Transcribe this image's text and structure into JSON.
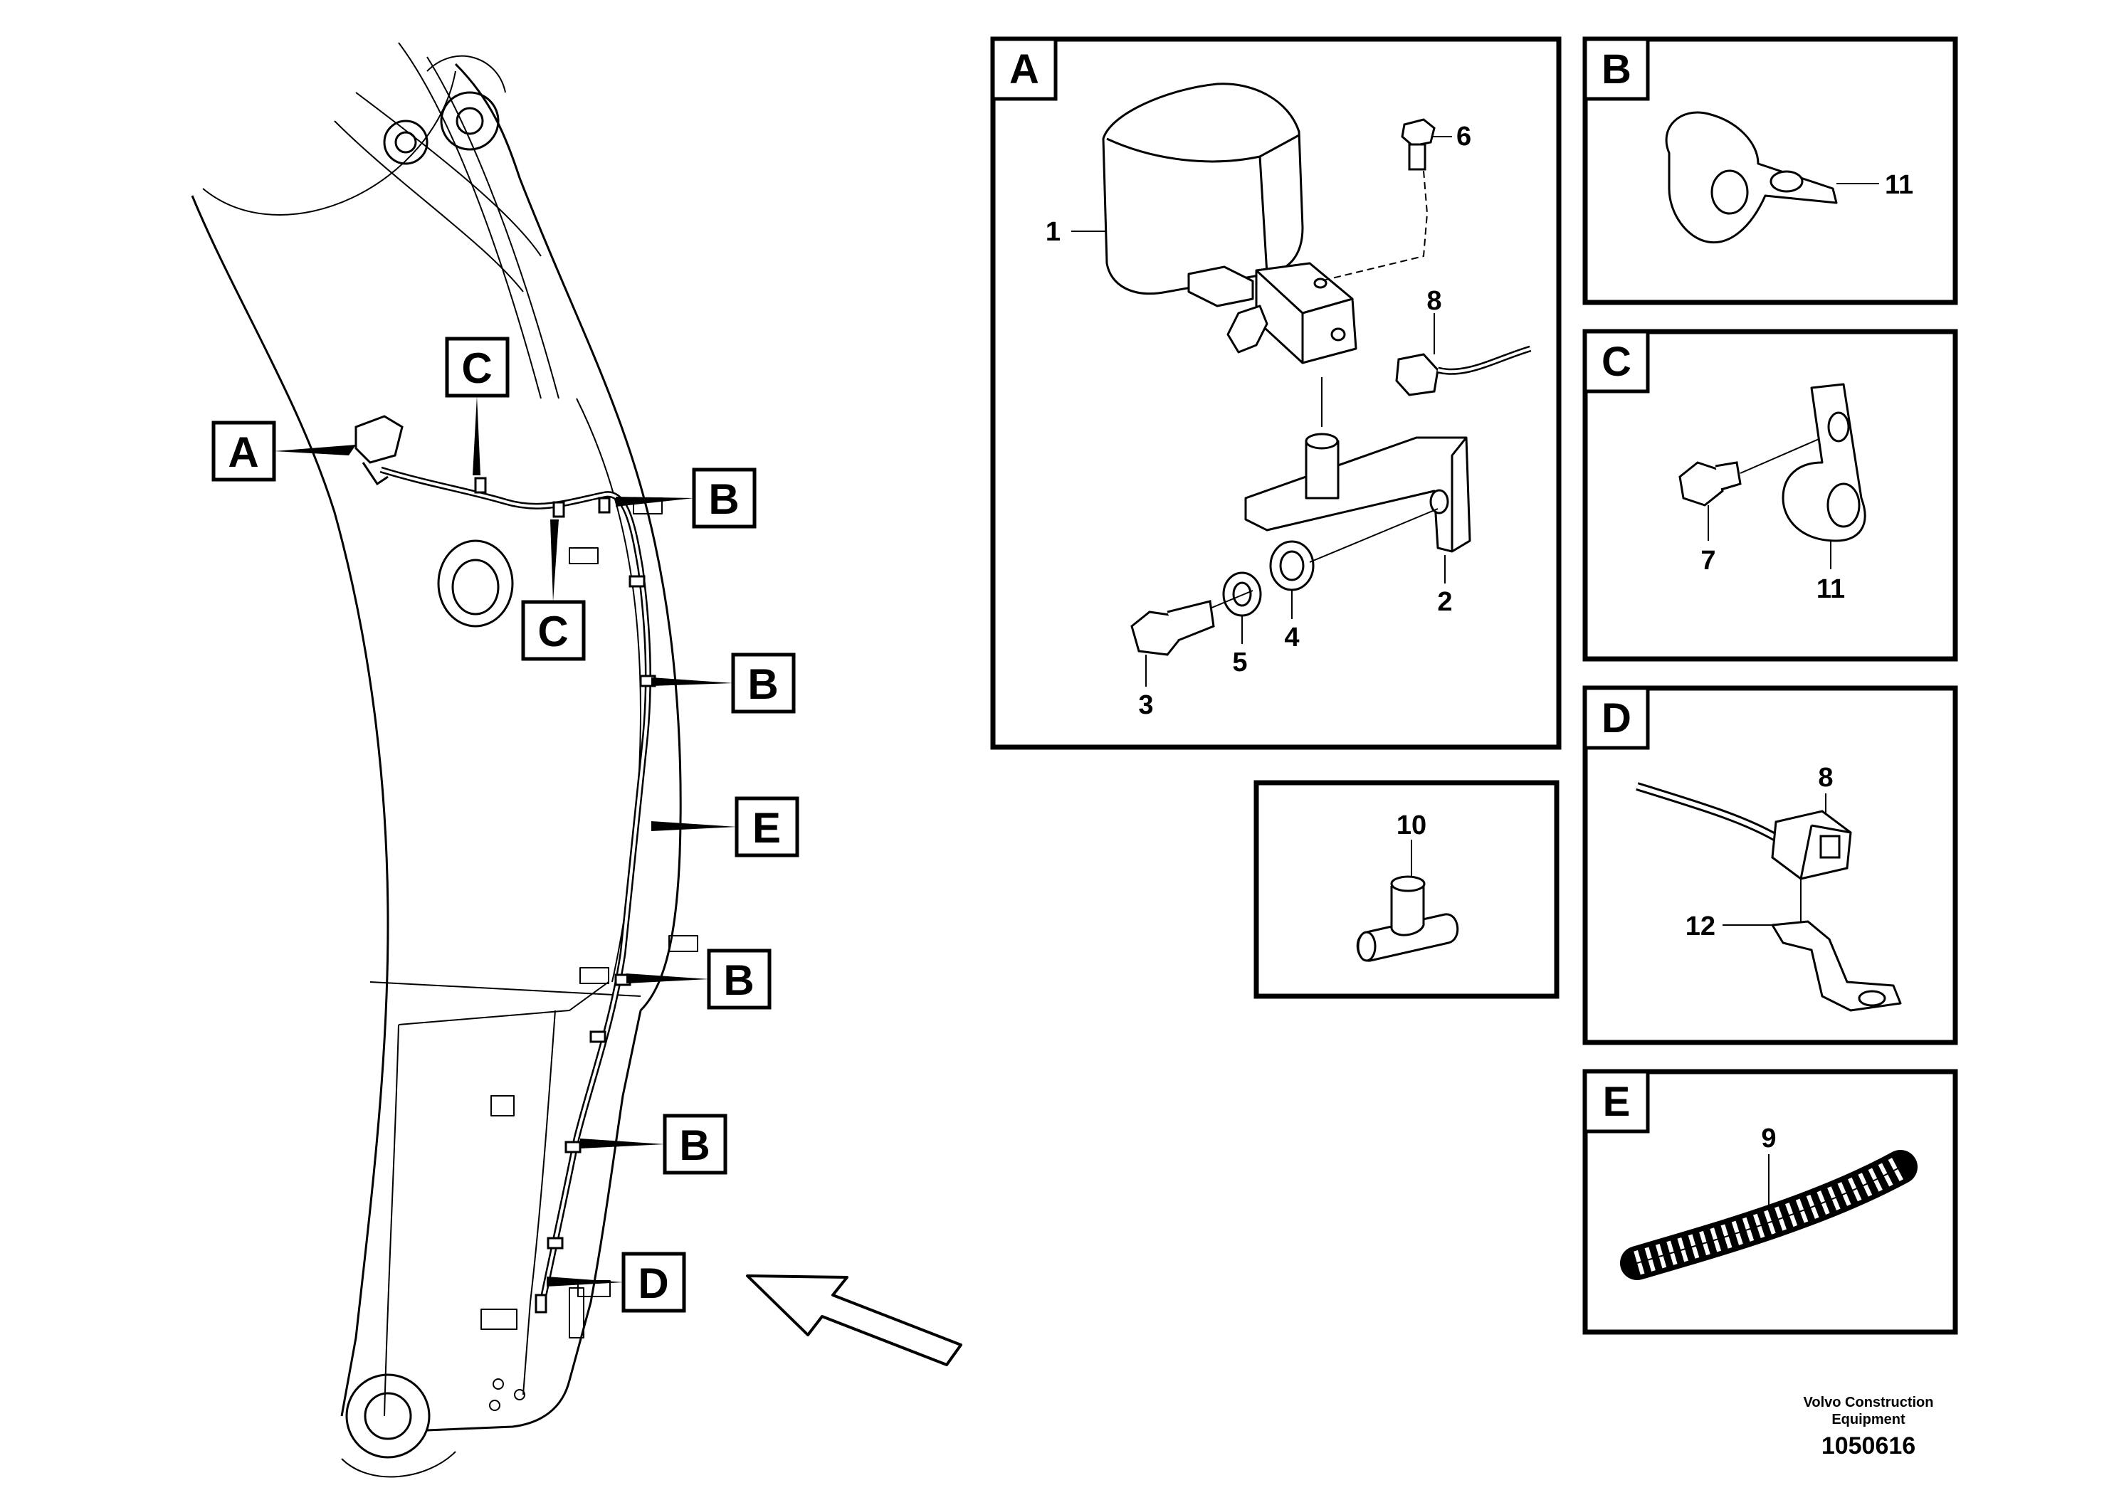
{
  "callouts": {
    "a": "A",
    "b": "B",
    "c": "C",
    "d": "D",
    "e": "E"
  },
  "panels": {
    "a": {
      "title": "A",
      "labels": {
        "p1": "1",
        "p2": "2",
        "p3": "3",
        "p4": "4",
        "p5": "5",
        "p6": "6",
        "p8": "8"
      }
    },
    "b": {
      "title": "B",
      "labels": {
        "p11": "11"
      }
    },
    "c": {
      "title": "C",
      "labels": {
        "p7": "7",
        "p11": "11"
      }
    },
    "d": {
      "title": "D",
      "labels": {
        "p8": "8",
        "p12": "12"
      }
    },
    "e": {
      "title": "E",
      "labels": {
        "p9": "9"
      }
    },
    "tee": {
      "labels": {
        "p10": "10"
      }
    }
  },
  "footer": {
    "company_line1": "Volvo Construction",
    "company_line2": "Equipment",
    "drawing_number": "1050616"
  }
}
